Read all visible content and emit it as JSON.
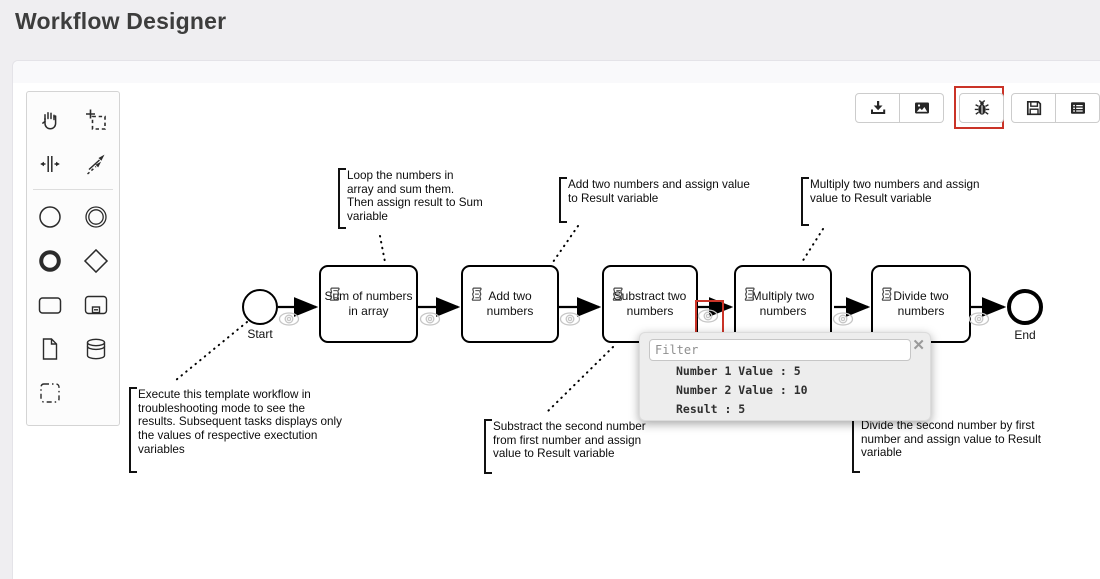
{
  "header": {
    "title": "Workflow Designer"
  },
  "palette": {
    "tools": [
      {
        "name": "hand-tool"
      },
      {
        "name": "lasso-tool"
      },
      {
        "name": "space-tool"
      },
      {
        "name": "global-connect-tool"
      },
      {
        "name": "create-start-event"
      },
      {
        "name": "create-intermediate-event"
      },
      {
        "name": "create-end-event"
      },
      {
        "name": "create-gateway"
      },
      {
        "name": "create-task"
      },
      {
        "name": "create-subprocess"
      },
      {
        "name": "create-data-object"
      },
      {
        "name": "create-data-store"
      },
      {
        "name": "create-group"
      }
    ]
  },
  "toolbar": {
    "buttons": [
      {
        "name": "download",
        "icon": "download-icon"
      },
      {
        "name": "export-image",
        "icon": "image-icon"
      },
      {
        "name": "debug",
        "icon": "bug-icon",
        "highlighted": true
      },
      {
        "name": "save",
        "icon": "save-icon"
      },
      {
        "name": "form",
        "icon": "form-list-icon"
      }
    ],
    "highlight_color": "#ca3327"
  },
  "diagram": {
    "start_label": "Start",
    "end_label": "End",
    "tasks": [
      {
        "label": "Sum of numbers\nin array"
      },
      {
        "label": "Add two\nnumbers"
      },
      {
        "label": "Substract two\nnumbers"
      },
      {
        "label": "Multiply two\nnumbers"
      },
      {
        "label": "Divide two\nnumbers"
      }
    ],
    "annotations": [
      {
        "text": "Loop the numbers in\narray and sum them.\nThen assign result to Sum\nvariable"
      },
      {
        "text": "Add two numbers and assign value\nto Result variable"
      },
      {
        "text": "Multiply two numbers and assign\nvalue to Result variable"
      },
      {
        "text": "Execute this template workflow in\ntroubleshooting mode to see the\nresults. Subsequent tasks displays only\nthe values of respective exectution\nvariables"
      },
      {
        "text": "Substract the second number\nfrom first number and assign\nvalue to Result variable"
      },
      {
        "text": "Divide the second number by first\nnumber and assign value to Result\nvariable"
      }
    ],
    "popup": {
      "filter_placeholder": "Filter",
      "close_label": "✕",
      "values": [
        "Number 1 Value : 5",
        "Number 2 Value : 10",
        "Result : 5"
      ]
    }
  }
}
